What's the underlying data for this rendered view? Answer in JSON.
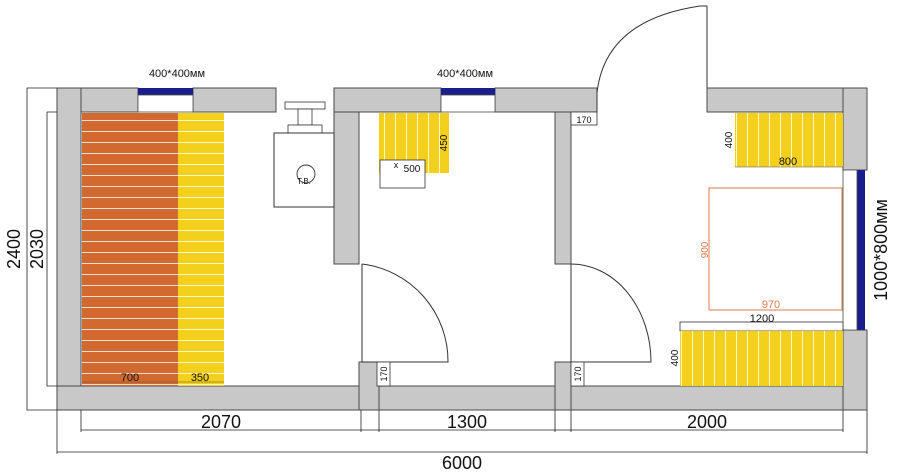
{
  "windows": {
    "left_top": "400*400мм",
    "middle_top": "400*400мм",
    "right_side": "1000*800мм"
  },
  "dimensions": {
    "height_outer": "2400",
    "height_inner": "2030",
    "room_left_width": "2070",
    "room_middle_width": "1300",
    "room_right_width": "2000",
    "total_width": "6000"
  },
  "left_room": {
    "bench_lower": "700",
    "bench_upper": "350"
  },
  "stove": {
    "label": "Т.В."
  },
  "middle_room": {
    "shelf_depth": "450",
    "shelf_length": "500",
    "marker": "х"
  },
  "right_room": {
    "top_shelf_depth": "400",
    "top_shelf_length": "800",
    "table_height": "900",
    "table_length": "970",
    "bottom_bench_length": "1200",
    "bottom_bench_depth": "400"
  },
  "doors": {
    "outer_jamb": "170",
    "partition_left_jamb": "170",
    "partition_right_jamb": "170"
  },
  "colors": {
    "wall": "#c8c8c8",
    "bench_orange": "#d2692f",
    "bench_yellow": "#f3d01c",
    "window_blue": "#1a1e8a",
    "table_outline": "#e27a4a"
  }
}
